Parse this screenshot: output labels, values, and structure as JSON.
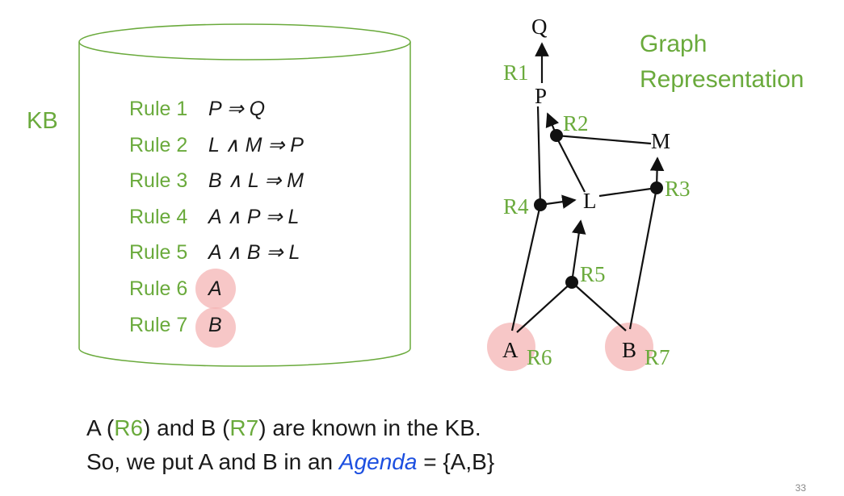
{
  "kb_label": "KB",
  "graph_title": [
    "Graph",
    "Representation"
  ],
  "rules": [
    {
      "name": "Rule 1",
      "formula": "P ⇒ Q"
    },
    {
      "name": "Rule 2",
      "formula": "L ∧ M ⇒ P"
    },
    {
      "name": "Rule 3",
      "formula": "B ∧ L ⇒ M"
    },
    {
      "name": "Rule 4",
      "formula": "A ∧ P ⇒ L"
    },
    {
      "name": "Rule 5",
      "formula": "A ∧ B ⇒ L"
    },
    {
      "name": "Rule 6",
      "formula": "A"
    },
    {
      "name": "Rule 7",
      "formula": "B"
    }
  ],
  "graph": {
    "nodes": [
      "Q",
      "P",
      "M",
      "L",
      "A",
      "B"
    ],
    "rule_labels": [
      "R1",
      "R2",
      "R3",
      "R4",
      "R5",
      "R6",
      "R7"
    ]
  },
  "caption": {
    "line1": {
      "a": "A (",
      "r6": "R6",
      "b": ") and B (",
      "r7": "R7",
      "c": ") are known in the KB."
    },
    "line2": {
      "a": "So, we put A and B in an ",
      "agenda": "Agenda",
      "b": " = {A,B}"
    }
  },
  "page_number": "33"
}
